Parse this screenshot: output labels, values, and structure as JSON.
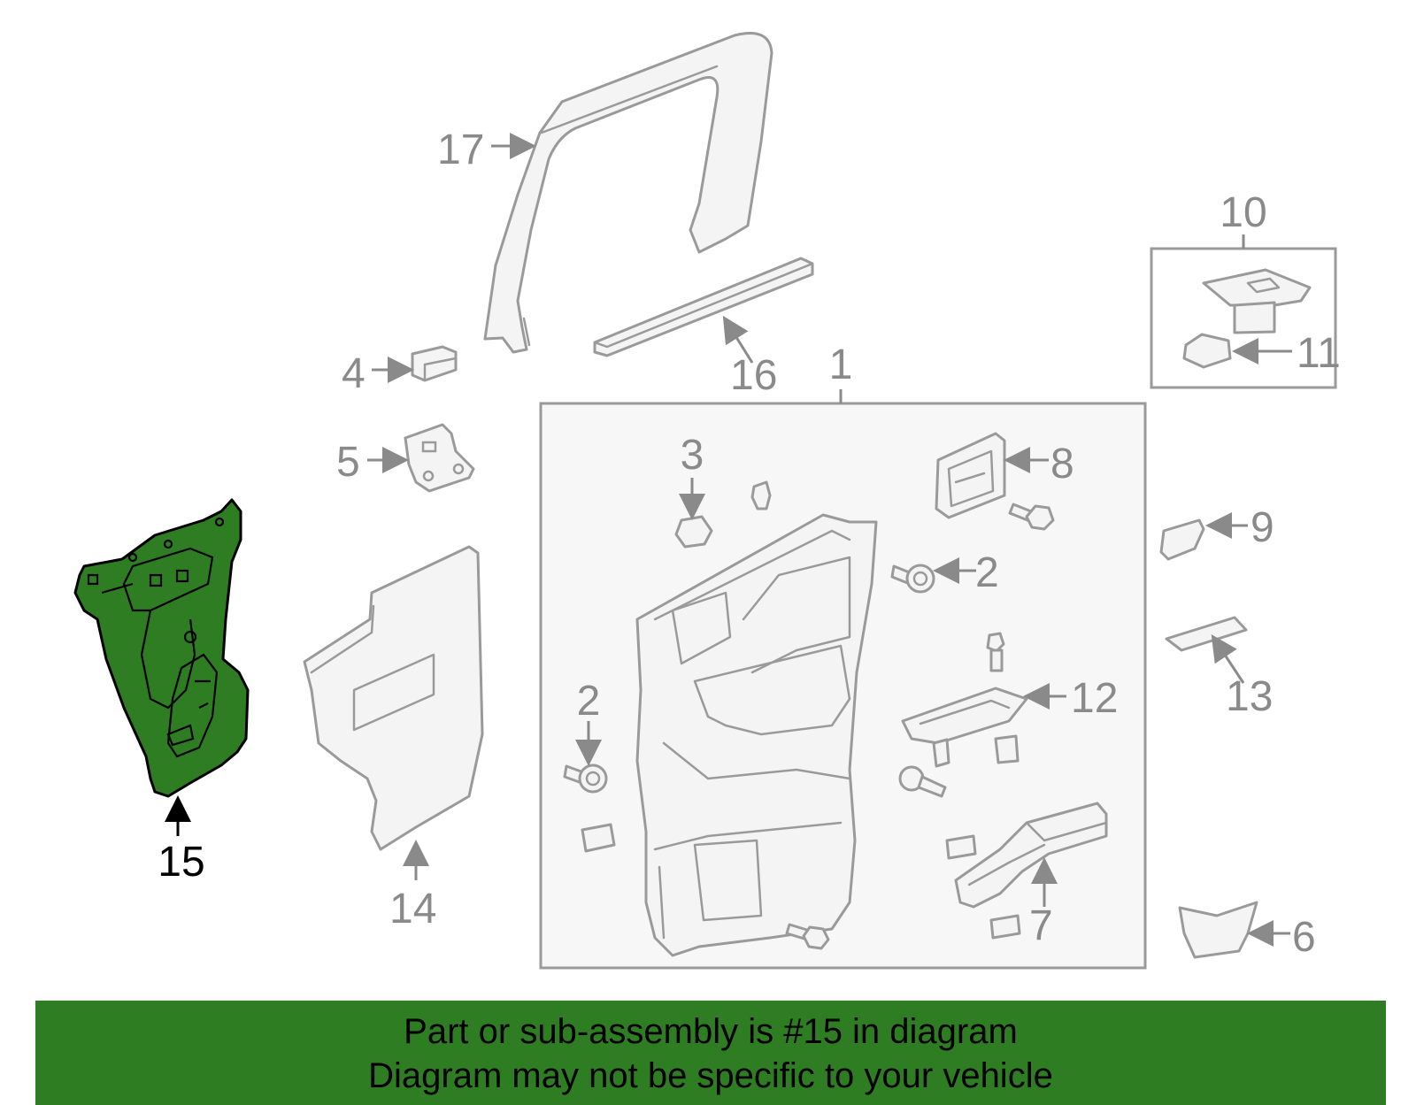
{
  "highlight_color": "#2e7d22",
  "callouts": {
    "c1": "1",
    "c2a": "2",
    "c2b": "2",
    "c3": "3",
    "c4": "4",
    "c5": "5",
    "c6": "6",
    "c7": "7",
    "c8": "8",
    "c9": "9",
    "c10": "10",
    "c11": "11",
    "c12": "12",
    "c13": "13",
    "c14": "14",
    "c15": "15",
    "c16": "16",
    "c17": "17"
  },
  "banner": {
    "line1": "Part or sub-assembly is #15 in diagram",
    "line2": "Diagram may not be specific to your vehicle"
  }
}
